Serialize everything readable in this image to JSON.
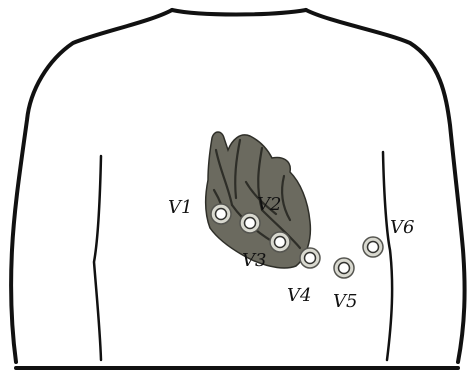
{
  "colors": {
    "background": "#ffffff",
    "outline": "#111111",
    "heart_fill": "#6b6a5f",
    "heart_vessels": "#2e2e28",
    "electrode_ring": "#d9d9d0",
    "electrode_outline": "#555550"
  },
  "electrodes": [
    {
      "id": "V1",
      "label": "V1"
    },
    {
      "id": "V2",
      "label": "V2"
    },
    {
      "id": "V3",
      "label": "V3"
    },
    {
      "id": "V4",
      "label": "V4"
    },
    {
      "id": "V5",
      "label": "V5"
    },
    {
      "id": "V6",
      "label": "V6"
    }
  ]
}
